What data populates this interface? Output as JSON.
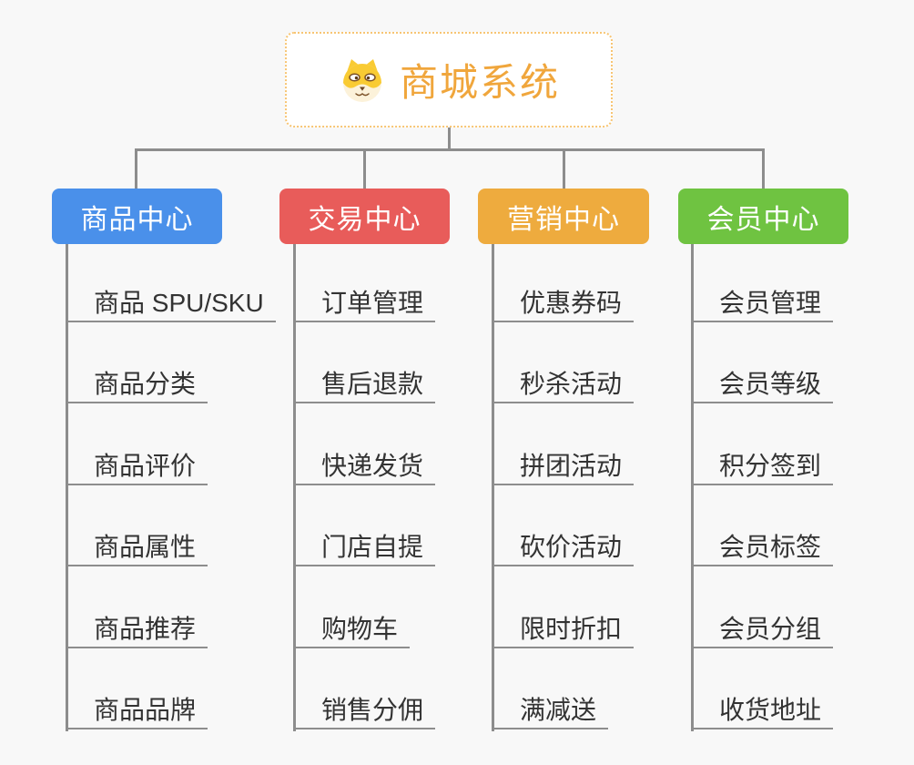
{
  "diagram": {
    "root": {
      "title": "商城系统",
      "icon": "dog-face-icon"
    },
    "branches": [
      {
        "id": "product-center",
        "label": "商品中心",
        "color": "#4a90ea",
        "items": [
          "商品 SPU/SKU",
          "商品分类",
          "商品评价",
          "商品属性",
          "商品推荐",
          "商品品牌"
        ]
      },
      {
        "id": "trade-center",
        "label": "交易中心",
        "color": "#e85c5a",
        "items": [
          "订单管理",
          "售后退款",
          "快递发货",
          "门店自提",
          "购物车",
          "销售分佣"
        ]
      },
      {
        "id": "marketing-center",
        "label": "营销中心",
        "color": "#eeab3e",
        "items": [
          "优惠券码",
          "秒杀活动",
          "拼团活动",
          "砍价活动",
          "限时折扣",
          "满减送"
        ]
      },
      {
        "id": "member-center",
        "label": "会员中心",
        "color": "#6fc341",
        "items": [
          "会员管理",
          "会员等级",
          "积分签到",
          "会员标签",
          "会员分组",
          "收货地址"
        ]
      }
    ],
    "colors": {
      "background": "#f8f8f8",
      "root_title": "#f0a63c",
      "root_border": "#f7c573",
      "connector": "#8d8d8d",
      "item_text": "#333333",
      "item_underline": "#8d8d8d",
      "root_background": "#ffffff",
      "branch_text": "#ffffff"
    }
  }
}
